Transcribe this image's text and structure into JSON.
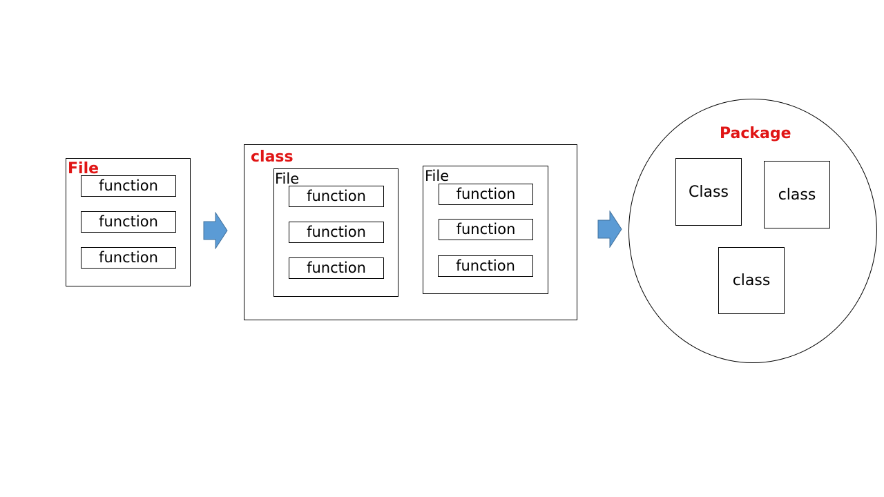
{
  "file_stage": {
    "title": "File",
    "functions": [
      "function",
      "function",
      "function"
    ]
  },
  "class_stage": {
    "title": "class",
    "files": [
      {
        "title": "File",
        "functions": [
          "function",
          "function",
          "function"
        ]
      },
      {
        "title": "File",
        "functions": [
          "function",
          "function",
          "function"
        ]
      }
    ]
  },
  "package_stage": {
    "title": "Package",
    "classes": [
      "Class",
      "class",
      "class"
    ]
  },
  "colors": {
    "title_red": "#e01515",
    "arrow_blue": "#5b9bd5",
    "arrow_outline": "#41719c"
  },
  "icons": [
    "right-arrow-icon",
    "right-arrow-icon"
  ]
}
